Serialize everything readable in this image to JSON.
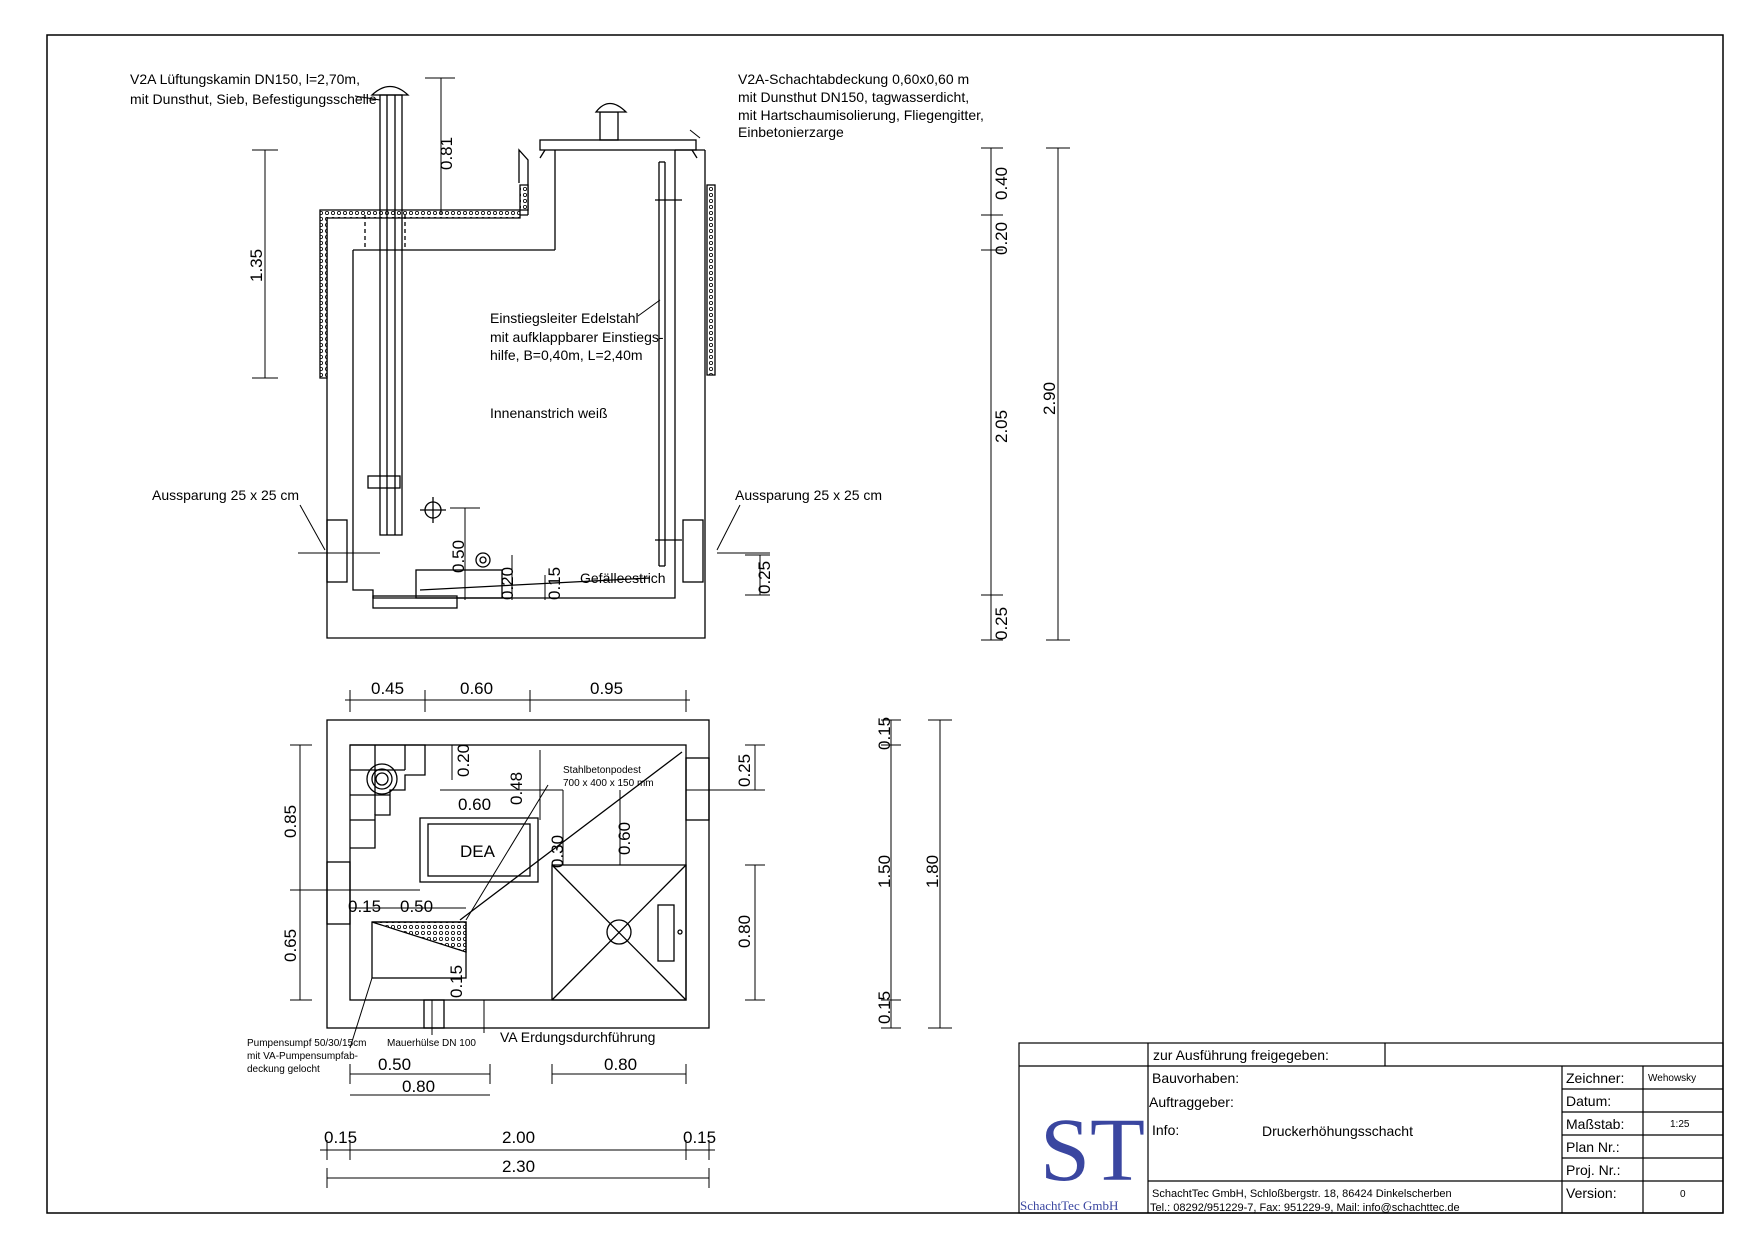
{
  "annotations": {
    "vent_line1": "V2A Lüftungskamin DN150, l=2,70m,",
    "vent_line2": "mit Dunsthut, Sieb, Befestigungsschelle",
    "cover_line1": "V2A-Schachtabdeckung 0,60x0,60 m",
    "cover_line2": "mit Dunsthut DN150, tagwasserdicht,",
    "cover_line3": "mit Hartschaumisolierung, Fliegengitter,",
    "cover_line4": "Einbetonierzarge",
    "ladder_line1": "Einstiegsleiter Edelstahl",
    "ladder_line2": "mit aufklappbarer Einstiegs-",
    "ladder_line3": "hilfe, B=0,40m, L=2,40m",
    "paint": "Innenanstrich weiß",
    "recess_left": "Aussparung 25 x 25 cm",
    "recess_right": "Aussparung 25 x 25 cm",
    "floor": "Gefälleestrich",
    "platform_line1": "Stahlbetonpodest",
    "platform_line2": "700 x 400 x 150 mm",
    "dea": "DEA",
    "sump_line1": "Pumpensumpf 50/30/15cm",
    "sump_line2": "mit VA-Pumpensumpfab-",
    "sump_line3": "deckung gelocht",
    "sleeve": "Mauerhülse DN 100",
    "earthing": "VA Erdungsdurchführung"
  },
  "section_dims": {
    "d081": "0.81",
    "d135": "1.35",
    "d050": "0.50",
    "d020": "0.20",
    "d015": "0.15",
    "d025": "0.25",
    "r040": "0.40",
    "r020": "0.20",
    "r205": "2.05",
    "r025": "0.25",
    "r290": "2.90"
  },
  "plan_dims": {
    "t045": "0.45",
    "t060": "0.60",
    "t095": "0.95",
    "l085": "0.85",
    "l065": "0.65",
    "i020": "0.20",
    "i060": "0.60",
    "i048": "0.48",
    "i030": "0.30",
    "i060b": "0.60",
    "i015a": "0.15",
    "i050a": "0.50",
    "i015b": "0.15",
    "r025": "0.25",
    "r080": "0.80",
    "v015a": "0.15",
    "v150": "1.50",
    "v015b": "0.15",
    "v180": "1.80",
    "b050": "0.50",
    "b080a": "0.80",
    "b080b": "0.80",
    "b015a": "0.15",
    "b200": "2.00",
    "b015b": "0.15",
    "b230": "2.30"
  },
  "title_block": {
    "approved": "zur Ausführung freigegeben:",
    "project_label": "Bauvorhaben:",
    "client_label": "Auftraggeber:",
    "info_label": "Info:",
    "info_value": "Druckerhöhungsschacht",
    "drawer_label": "Zeichner:",
    "drawer_value": "Wehowsky",
    "date_label": "Datum:",
    "scale_label": "Maßstab:",
    "scale_value": "1:25",
    "plan_label": "Plan Nr.:",
    "proj_label": "Proj. Nr.:",
    "version_label": "Version:",
    "version_value": "0",
    "company_line1": "SchachtTec GmbH, Schloßbergstr. 18, 86424 Dinkelscherben",
    "company_line2": "Tel.: 08292/951229-7, Fax: 951229-9, Mail: info@schachttec.de",
    "logo_letters": "ST",
    "logo_name": "SchachtTec GmbH"
  }
}
